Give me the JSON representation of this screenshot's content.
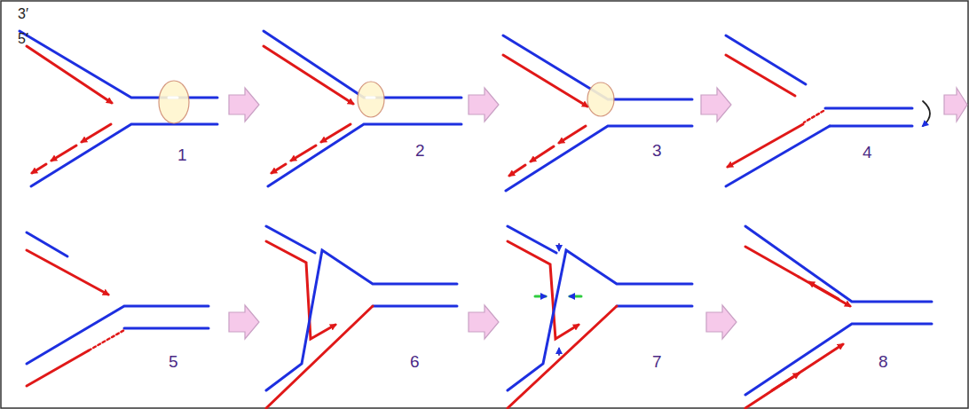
{
  "diagram": {
    "labels": [
      "3′",
      "5′",
      "1",
      "2",
      "3",
      "4",
      "5",
      "6",
      "7",
      "8"
    ]
  }
}
